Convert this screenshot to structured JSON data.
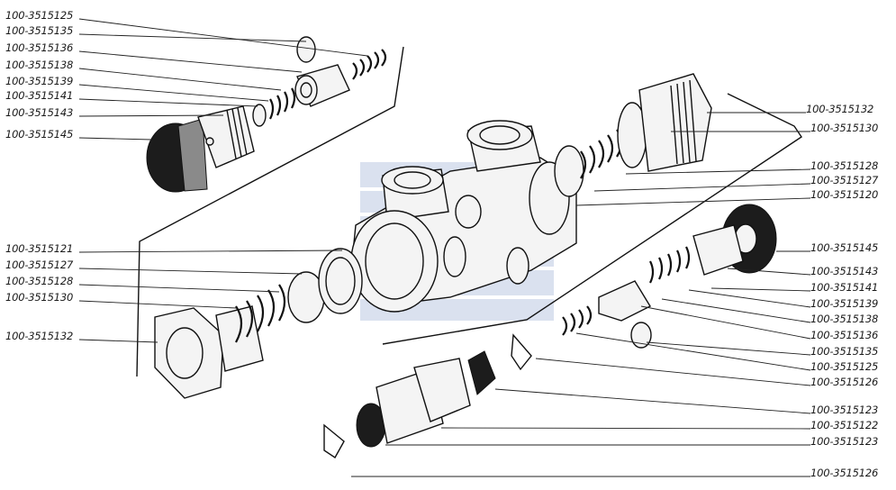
{
  "labels_left": [
    "100-3515125",
    "100-3515135",
    "100-3515136",
    "100-3515138",
    "100-3515139",
    "100-3515141",
    "100-3515143",
    "100-3515145",
    "100-3515121",
    "100-3515127",
    "100-3515128",
    "100-3515130",
    "100-3515132"
  ],
  "labels_right": [
    "100-3515132",
    "100-3515130",
    "100-3515128",
    "100-3515127",
    "100-3515120",
    "100-3515145",
    "100-3515143",
    "100-3515141",
    "100-3515139",
    "100-3515138",
    "100-3515136",
    "100-3515135",
    "100-3515125",
    "100-3515126",
    "100-3515123",
    "100-3515122",
    "100-3515123",
    "100-3515126"
  ]
}
